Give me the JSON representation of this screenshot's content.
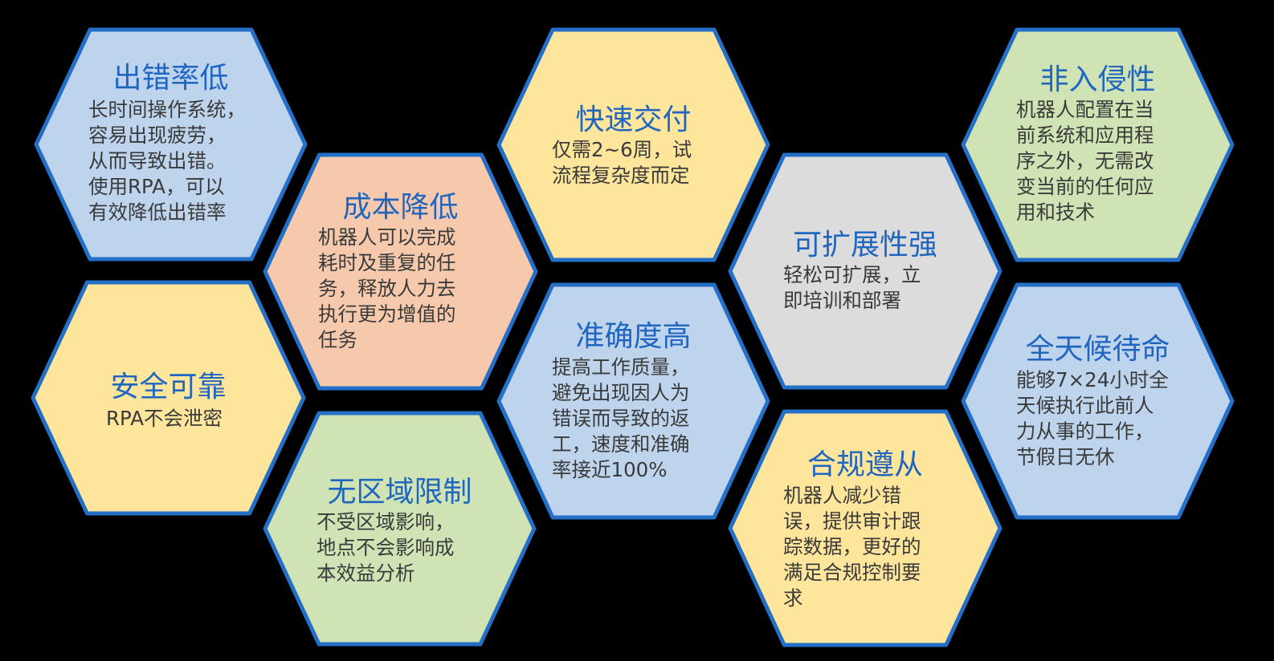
{
  "colors": {
    "background": "#000000",
    "border": "#2470c8",
    "title": "#2066c0",
    "body_text": "#3a3a3a",
    "blue_fill": "#bed4ed",
    "orange_fill": "#f6c9ad",
    "yellow_fill": "#fde59c",
    "green_fill": "#cfe3b5",
    "gray_fill": "#dcdcdc"
  },
  "hexagons": [
    {
      "id": "low-error",
      "fill": "blue_fill",
      "title": "出错率低",
      "lines": [
        "长时间操作系统，",
        "容易出现疲劳，",
        "从而导致出错。",
        "使用RPA，可以",
        "有效降低出错率"
      ]
    },
    {
      "id": "cost-reduce",
      "fill": "orange_fill",
      "title": "成本降低",
      "lines": [
        "机器人可以完成",
        "耗时及重复的任",
        "务，释放人力去",
        "执行更为增值的",
        "任务"
      ]
    },
    {
      "id": "safe",
      "fill": "yellow_fill",
      "title": "安全可靠",
      "lines": [
        "RPA不会泄密"
      ]
    },
    {
      "id": "no-region",
      "fill": "green_fill",
      "title": "无区域限制",
      "lines": [
        "不受区域影响，",
        "地点不会影响成",
        "本效益分析"
      ]
    },
    {
      "id": "fast-delivery",
      "fill": "yellow_fill",
      "title": "快速交付",
      "lines": [
        "仅需2~6周，试",
        "流程复杂度而定"
      ]
    },
    {
      "id": "accuracy",
      "fill": "blue_fill",
      "title": "准确度高",
      "lines": [
        "提高工作质量，",
        "避免出现因人为",
        "错误而导致的返",
        "工，速度和准确",
        "率接近100%"
      ]
    },
    {
      "id": "scalable",
      "fill": "gray_fill",
      "title": "可扩展性强",
      "lines": [
        "轻松可扩展，立",
        "即培训和部署"
      ]
    },
    {
      "id": "compliance",
      "fill": "yellow_fill",
      "title": "合规遵从",
      "lines": [
        "机器人减少错",
        "误，提供审计跟",
        "踪数据，更好的",
        "满足合规控制要",
        "求"
      ]
    },
    {
      "id": "non-invasive",
      "fill": "green_fill",
      "title": "非入侵性",
      "lines": [
        "机器人配置在当",
        "前系统和应用程",
        "序之外，无需改",
        "变当前的任何应",
        "用和技术"
      ]
    },
    {
      "id": "always-on",
      "fill": "blue_fill",
      "title": "全天候待命",
      "lines": [
        "能够7×24小时全",
        "天候执行此前人",
        "力从事的工作，",
        "节假日无休"
      ]
    }
  ]
}
